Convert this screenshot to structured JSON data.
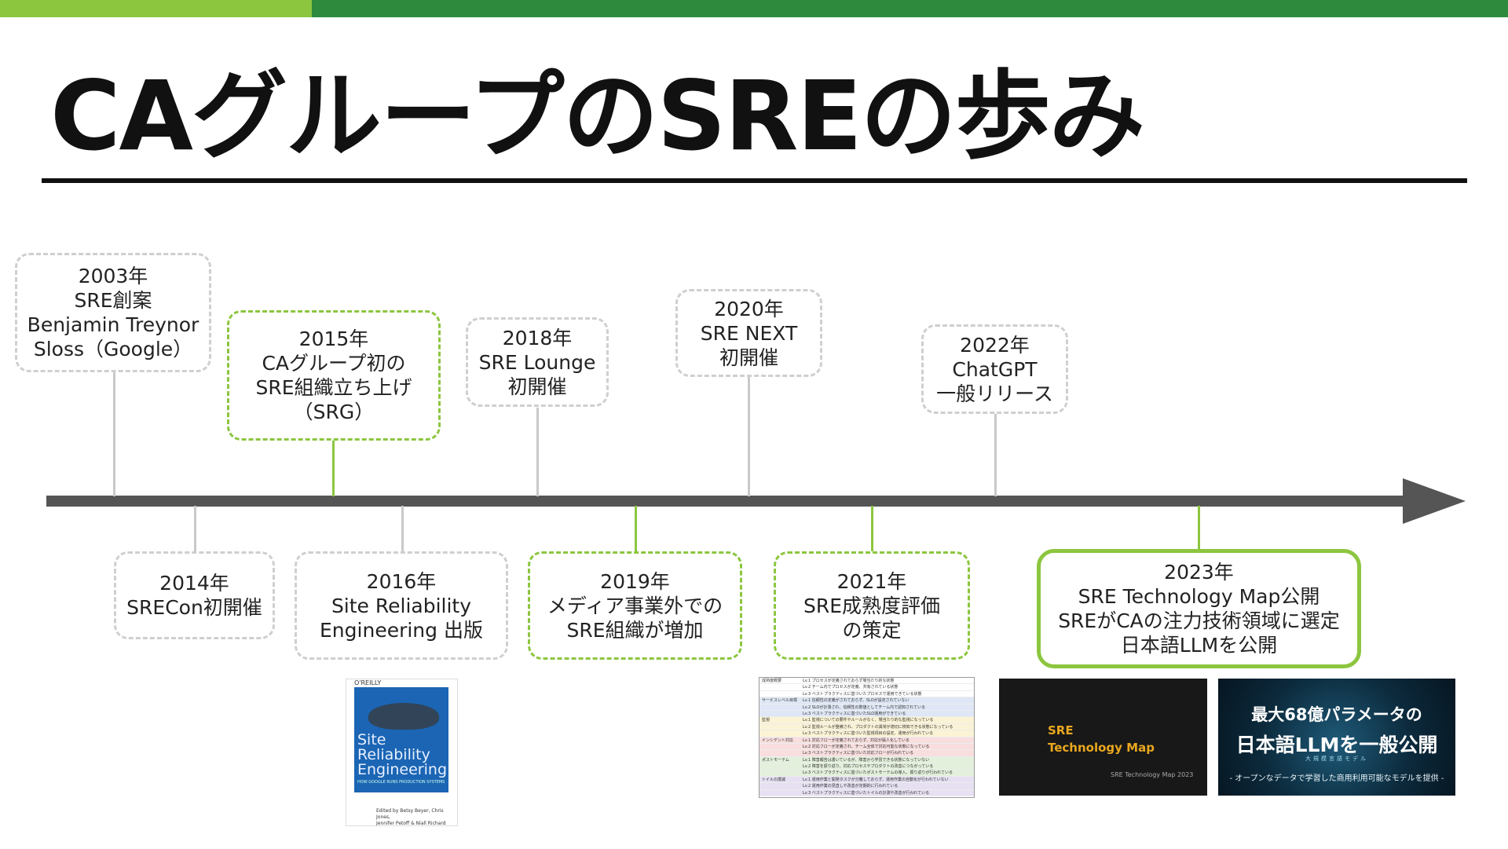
{
  "title": "CAグループのSREの歩み",
  "colors": {
    "accent_green": "#8cc63f",
    "dark_green": "#2e8b3e",
    "axis": "#555555",
    "dashed_border": "#cfcfcf"
  },
  "events_above": [
    {
      "year": "2003年",
      "text": "SRE創案\nBenjamin Treynor\nSloss（Google）",
      "highlight": false
    },
    {
      "year": "2015年",
      "text": "CAグループ初の\nSRE組織立ち上げ\n（SRG）",
      "highlight": true
    },
    {
      "year": "2018年",
      "text": "SRE Lounge\n初開催",
      "highlight": false
    },
    {
      "year": "2020年",
      "text": "SRE NEXT\n初開催",
      "highlight": false
    },
    {
      "year": "2022年",
      "text": "ChatGPT\n一般リリース",
      "highlight": false
    }
  ],
  "events_below": [
    {
      "year": "2014年",
      "text": "SRECon初開催",
      "highlight": false
    },
    {
      "year": "2016年",
      "text": "Site Reliability\nEngineering 出版",
      "highlight": false
    },
    {
      "year": "2019年",
      "text": "メディア事業外での\nSRE組織が増加",
      "highlight": true
    },
    {
      "year": "2021年",
      "text": "SRE成熟度評価\nの策定",
      "highlight": true
    },
    {
      "year": "2023年",
      "text": "SRE Technology Map公開\nSREがCAの注力技術領域に選定\n日本語LLMを公開",
      "highlight": true
    }
  ],
  "thumbnails": {
    "book": {
      "brand": "O'REILLY",
      "title": "Site\nReliability\nEngineering",
      "subtitle": "HOW GOOGLE RUNS PRODUCTION SYSTEMS",
      "editors": "Edited by Betsy Beyer, Chris Jones,\nJennifer Petoff & Niall Richard Murphy"
    },
    "maturity_table": {
      "rows": [
        {
          "category": "成熟度概要",
          "text": "Lv.1 プロセスが定義されておらず場当たり的な状態",
          "color": "#ffffff"
        },
        {
          "category": "",
          "text": "Lv.2 チーム内でプロセスが定義、共有されている状態",
          "color": "#ffffff"
        },
        {
          "category": "",
          "text": "Lv.3 ベストプラクティスに基づいたプロセスで運用できている状態",
          "color": "#ffffff"
        },
        {
          "category": "サービスレベル目標",
          "text": "Lv.1 信頼性の定義がされておらず、SLOが設定されていない",
          "color": "#dfe7f6"
        },
        {
          "category": "",
          "text": "Lv.2 SLOが計測され、信頼性の数値としてチーム内で認知されている",
          "color": "#dfe7f6"
        },
        {
          "category": "",
          "text": "Lv.3 ベストプラクティスに基づいたSLO運用ができている",
          "color": "#dfe7f6"
        },
        {
          "category": "監視",
          "text": "Lv.1 監視についての要件やルールがなく、場当たり的な監視になっている",
          "color": "#fbf3d5"
        },
        {
          "category": "",
          "text": "Lv.2 監視ルールが整備され、プロダクトの異常が適切に検知できる状態になっている",
          "color": "#fbf3d5"
        },
        {
          "category": "",
          "text": "Lv.3 ベストプラクティスに基づいた監視項目の設定、運用が行われている",
          "color": "#fbf3d5"
        },
        {
          "category": "インシデント対応",
          "text": "Lv.1 対応フローが定義されておらず、対応が属人化している",
          "color": "#f8dede"
        },
        {
          "category": "",
          "text": "Lv.2 対応フローが定義され、チーム全体で対応可能な状態になっている",
          "color": "#f8dede"
        },
        {
          "category": "",
          "text": "Lv.3 ベストプラクティスに基づいた対応フローが行われている",
          "color": "#f8dede"
        },
        {
          "category": "ポストモーテム",
          "text": "Lv.1 障害報告は書いているが、障害から学習できる状態になっていない",
          "color": "#e3f0db"
        },
        {
          "category": "",
          "text": "Lv.2 障害を振り返り、対応プロセスやプロダクトの改善につながっている",
          "color": "#e3f0db"
        },
        {
          "category": "",
          "text": "Lv.3 ベストプラクティスに基づいたポストモーテムの導入、振り返りが行われている",
          "color": "#e3f0db"
        },
        {
          "category": "トイルの撲滅",
          "text": "Lv.1 運用作業と開発タスクが分離しておらず、運用作業の自動化が行われていない",
          "color": "#e6e0f2"
        },
        {
          "category": "",
          "text": "Lv.2 運用作業の見直しや改善が定期的に行われている",
          "color": "#e6e0f2"
        },
        {
          "category": "",
          "text": "Lv.3 ベストプラクティスに基づいたトイルの計測や改善が行われている",
          "color": "#e6e0f2"
        }
      ]
    },
    "tech_map": {
      "title": "SRE\nTechnology Map",
      "subtitle": "SRE Technology Map 2023"
    },
    "llm": {
      "line1": "最大68億パラメータの",
      "line2": "日本語LLMを一般公開",
      "line3": "大規模言語モデル",
      "line4": "- オープンなデータで学習した商用利用可能なモデルを提供 -"
    }
  }
}
